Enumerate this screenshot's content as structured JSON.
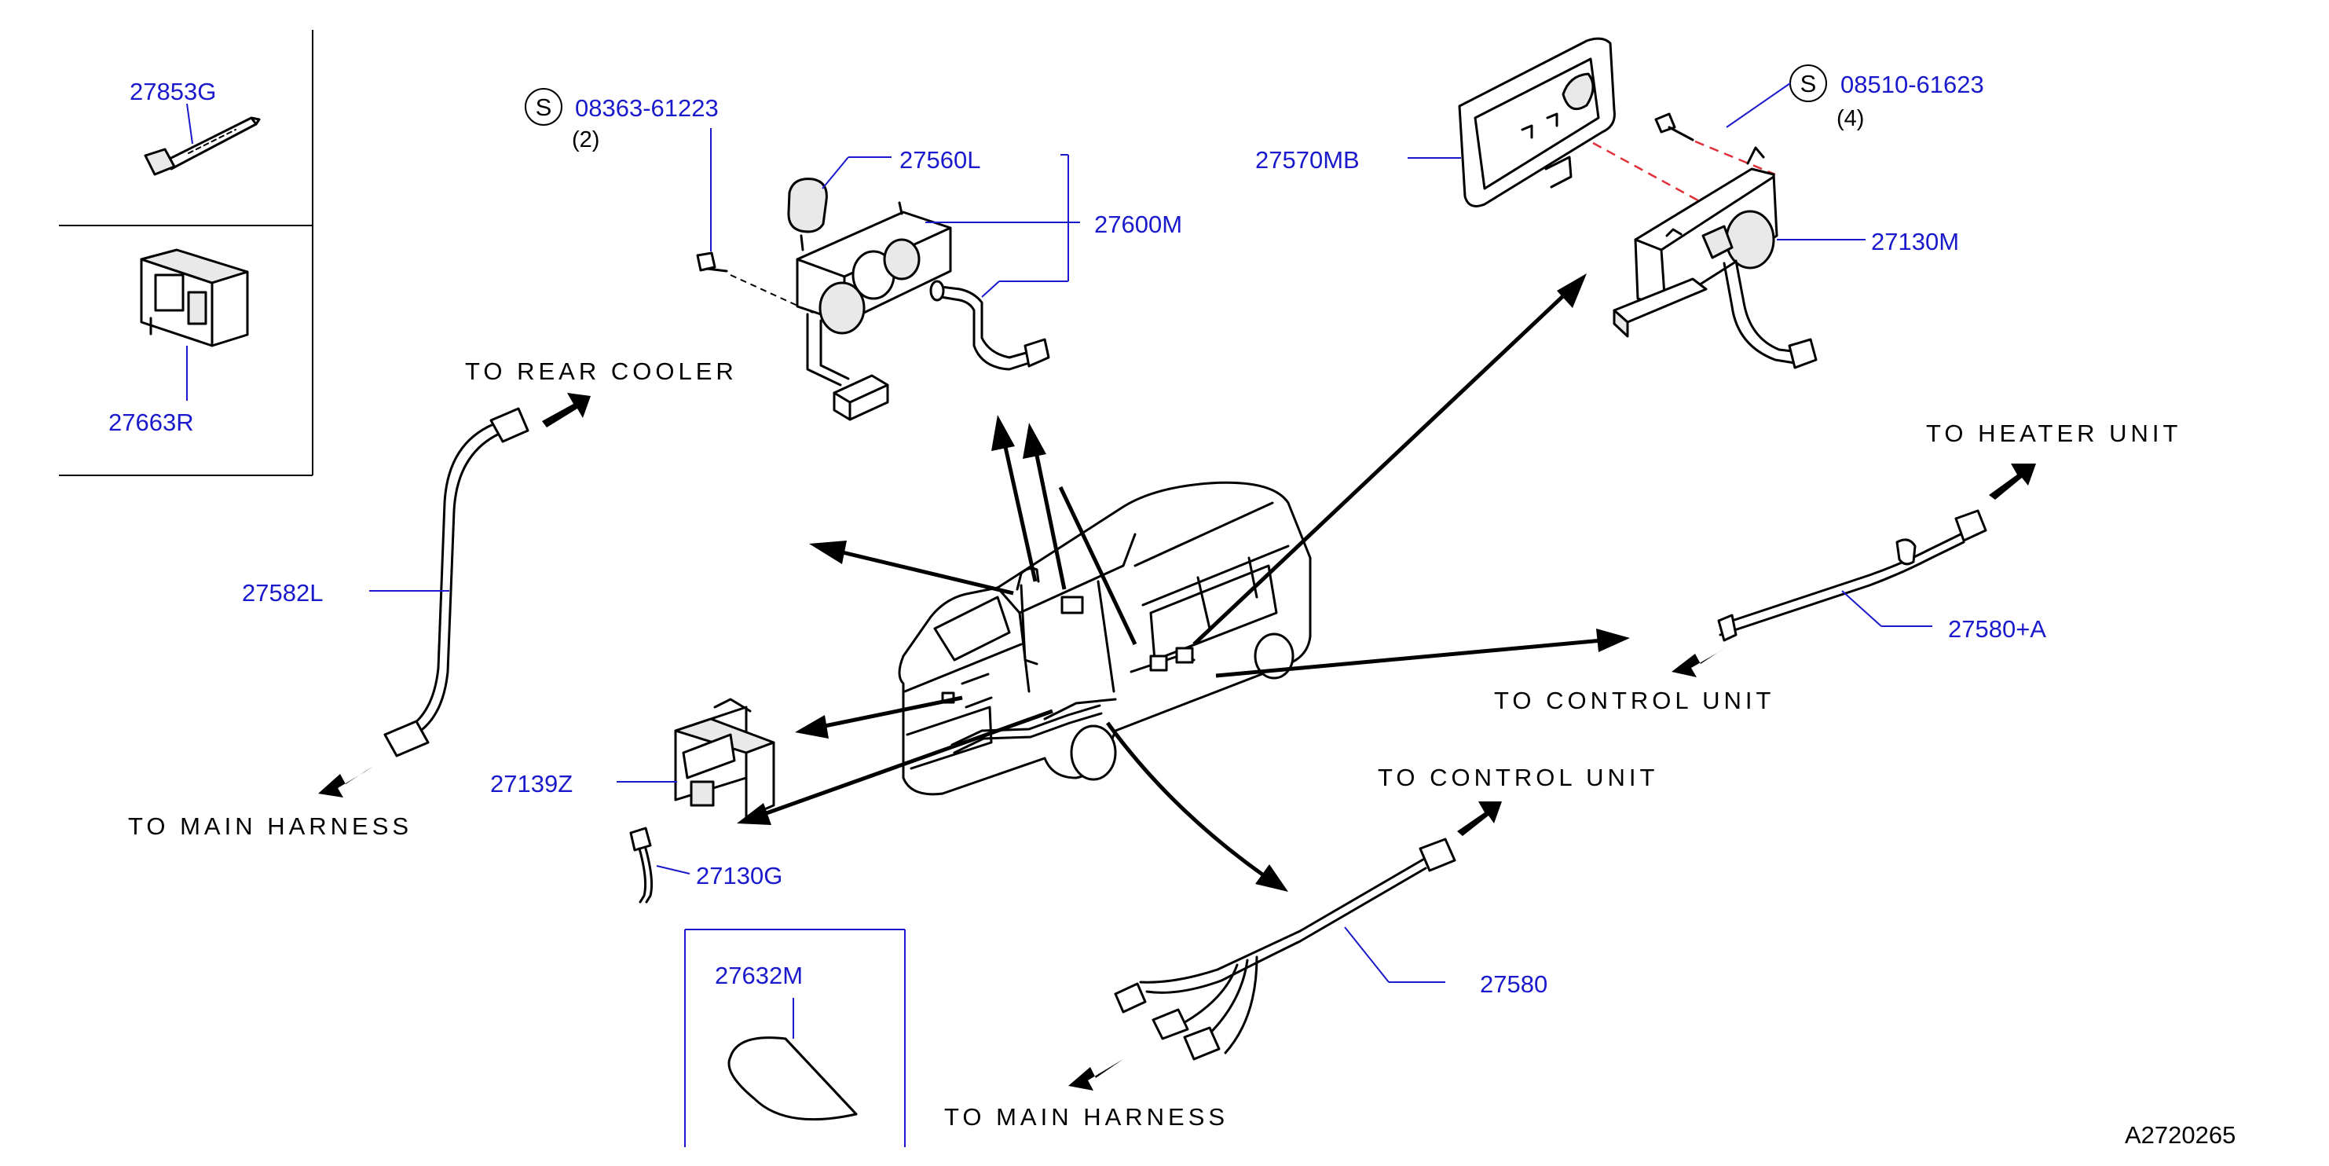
{
  "diagram": {
    "part_numbers": {
      "p27853G": "27853G",
      "p27663R": "27663R",
      "p08363": "08363-61223",
      "p08363_qty": "(2)",
      "p27560L": "27560L",
      "p27600M": "27600M",
      "p27570MB": "27570MB",
      "p08510": "08510-61623",
      "p08510_qty": "(4)",
      "p27130M": "27130M",
      "p27582L": "27582L",
      "p27580A": "27580+A",
      "p27139Z": "27139Z",
      "p27130G": "27130G",
      "p27632M": "27632M",
      "p27580": "27580"
    },
    "standard_symbol": "S",
    "directions": {
      "rear_cooler": "TO  REAR  COOLER",
      "heater_unit": "TO  HEATER  UNIT",
      "control_unit_1": "TO  CONTROL  UNIT",
      "control_unit_2": "TO  CONTROL  UNIT",
      "main_harness_1": "TO  MAIN  HARNESS",
      "main_harness_2": "TO  MAIN  HARNESS"
    },
    "diagram_code": "A2720265",
    "colors": {
      "label_blue": "#1a1acc",
      "line_black": "#000000",
      "dash_red": "#e0303a"
    }
  }
}
